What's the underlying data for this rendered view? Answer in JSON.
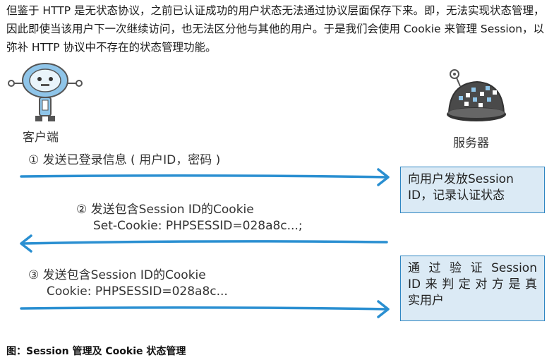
{
  "intro": {
    "text": "但鉴于 HTTP 是无状态协议，之前已认证成功的用户状态无法通过协议层面保存下来。即，无法实现状态管理，因此即使当该用户下一次继续访问，也无法区分他与其他的用户。于是我们会使用 Cookie 来管理 Session，以弥补 HTTP 协议中不存在的状态管理功能。"
  },
  "client": {
    "label": "客户端",
    "icon": "robot-client-icon"
  },
  "server": {
    "label": "服务器",
    "icon": "server-machine-icon"
  },
  "steps": [
    {
      "number": "①",
      "lines": [
        "发送已登录信息 ( 用户ID，密码 )"
      ],
      "direction": "to-server"
    },
    {
      "number": "②",
      "lines": [
        "发送包含Session ID的Cookie",
        "Set-Cookie: PHPSESSID=028a8c...;"
      ],
      "direction": "to-client"
    },
    {
      "number": "③",
      "lines": [
        "发送包含Session ID的Cookie",
        "Cookie: PHPSESSID=028a8c..."
      ],
      "direction": "to-server"
    }
  ],
  "server_notes": [
    {
      "lines": [
        "向用户发放Session",
        "ID，记录认证状态"
      ]
    },
    {
      "lines": [
        "通过验证Session",
        "ID来判定对方是真",
        "实用户"
      ]
    }
  ],
  "caption": "图：Session 管理及 Cookie 状态管理",
  "colors": {
    "arrow": "#2a8fd1",
    "box_fill": "#dbeaf5",
    "box_border": "#2f86c2"
  }
}
